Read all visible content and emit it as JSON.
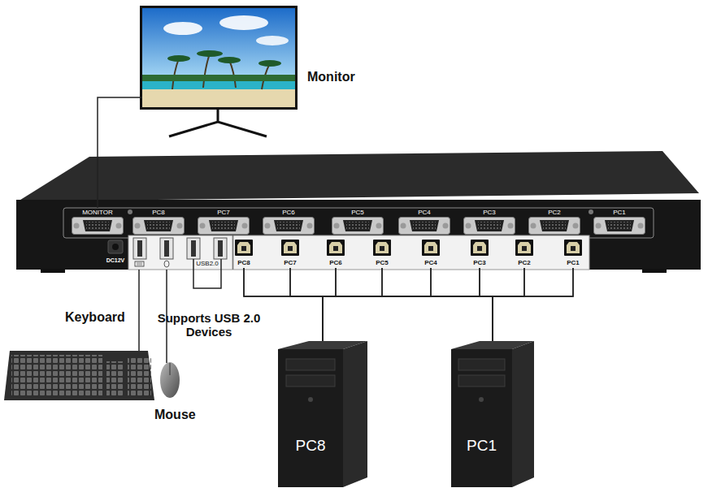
{
  "diagram": {
    "nodes": [
      {
        "text": [
          "Monitor"
        ]
      },
      {
        "text": [
          "MONITOR"
        ]
      },
      {
        "text": [
          "PC8"
        ]
      },
      {
        "text": [
          "PC7"
        ]
      },
      {
        "text": [
          "PC6"
        ]
      },
      {
        "text": [
          "PC5"
        ]
      },
      {
        "text": [
          "PC4"
        ]
      },
      {
        "text": [
          "PC3"
        ]
      },
      {
        "text": [
          "PC2"
        ]
      },
      {
        "text": [
          "PC1"
        ]
      },
      {
        "text": [
          "Keyboard"
        ]
      },
      {
        "text": [
          "Mouse"
        ]
      },
      {
        "text": [
          "PC8"
        ]
      },
      {
        "text": [
          "PC1"
        ]
      }
    ],
    "edges": [
      {
        "from": 0,
        "to": 1,
        "arrow": "none"
      },
      {
        "from": 12,
        "to": 2,
        "arrow": "none"
      },
      {
        "from": 12,
        "to": 3,
        "arrow": "none"
      },
      {
        "from": 12,
        "to": 4,
        "arrow": "none"
      },
      {
        "from": 12,
        "to": 5,
        "arrow": "none"
      },
      {
        "from": 12,
        "to": 6,
        "arrow": "none"
      },
      {
        "from": 12,
        "to": 7,
        "arrow": "none"
      },
      {
        "from": 12,
        "to": 8,
        "arrow": "none"
      },
      {
        "from": 12,
        "to": 9,
        "arrow": "none"
      },
      {
        "from": 13,
        "to": 2,
        "arrow": "none"
      },
      {
        "from": 13,
        "to": 3,
        "arrow": "none"
      },
      {
        "from": 13,
        "to": 4,
        "arrow": "none"
      },
      {
        "from": 13,
        "to": 5,
        "arrow": "none"
      },
      {
        "from": 13,
        "to": 6,
        "arrow": "none"
      },
      {
        "from": 13,
        "to": 7,
        "arrow": "none"
      },
      {
        "from": 13,
        "to": 8,
        "arrow": "none"
      },
      {
        "from": 13,
        "to": 9,
        "arrow": "none"
      }
    ],
    "labels": [
      "PC8",
      "PC7",
      "PC6",
      "PC5",
      "PC4",
      "PC3",
      "PC2",
      "PC1",
      "DC12V",
      "USB2.0",
      "Supports USB 2.0 Devices"
    ]
  }
}
